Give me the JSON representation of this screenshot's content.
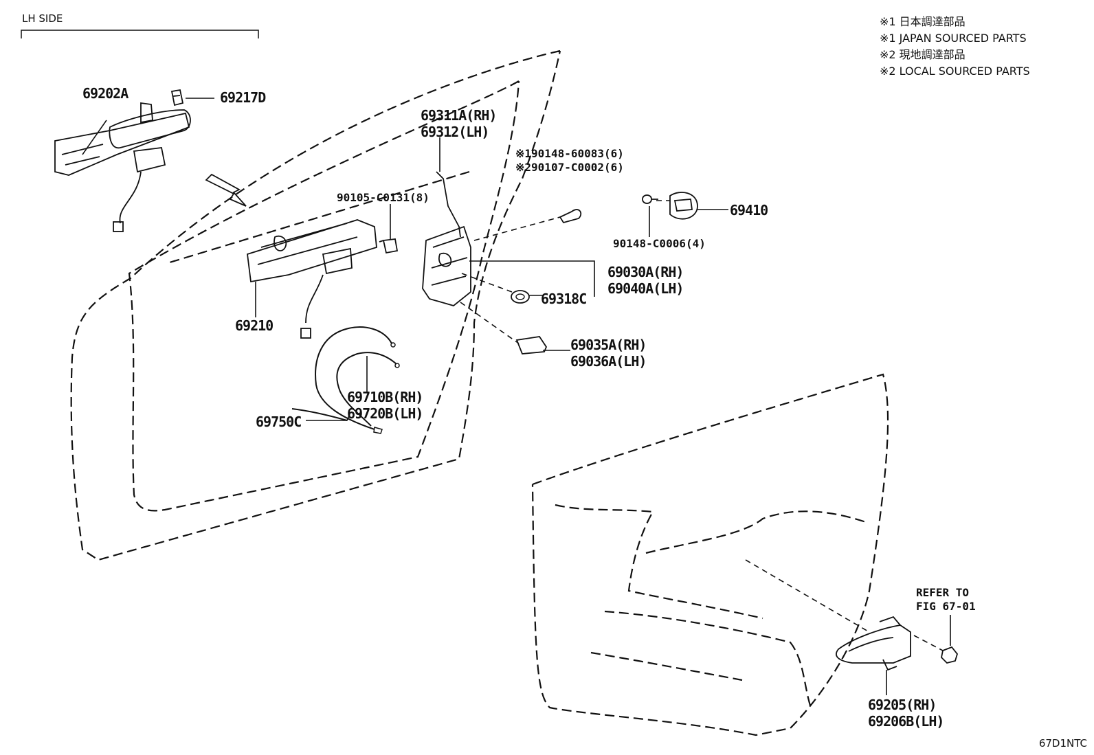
{
  "side_label": "LH SIDE",
  "notes": [
    "※1 日本調達部品",
    "※1 JAPAN SOURCED PARTS",
    "※2 現地調達部品",
    "※2 LOCAL SOURCED PARTS"
  ],
  "parts": {
    "p69202A": "69202A",
    "p69217D": "69217D",
    "p69311A": "69311A(RH)",
    "p69312": "69312(LH)",
    "p190148": "※190148-60083(6)",
    "p290107": "※290107-C0002(6)",
    "p90105": "90105-C0131(8)",
    "p69410": "69410",
    "p90148": "90148-C0006(4)",
    "p69030A": "69030A(RH)",
    "p69040A": "69040A(LH)",
    "p69318C": "69318C",
    "p69210": "69210",
    "p69035A": "69035A(RH)",
    "p69036A": "69036A(LH)",
    "p69710B": "69710B(RH)",
    "p69720B": "69720B(LH)",
    "p69750C": "69750C",
    "refer1": "REFER TO",
    "refer2": "FIG 67-01",
    "p69205": "69205(RH)",
    "p69206B": "69206B(LH)"
  },
  "figure_code": "67D1NTC"
}
